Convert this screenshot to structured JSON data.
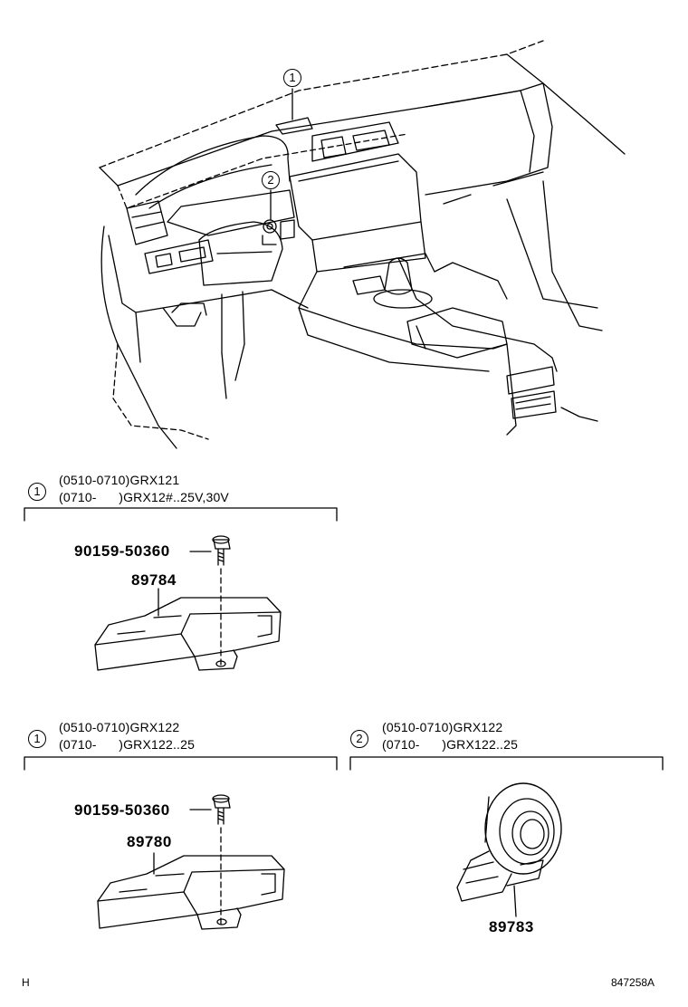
{
  "callouts": {
    "one": "1",
    "two": "2"
  },
  "sections": [
    {
      "callout": "1",
      "line1": "(0510-0710)GRX121",
      "line2": "(0710-      )GRX12#..25V,30V",
      "bolt_part": "90159-50360",
      "unit_part": "89784"
    },
    {
      "callout": "1",
      "line1": "(0510-0710)GRX122",
      "line2": "(0710-      )GRX122..25",
      "bolt_part": "90159-50360",
      "unit_part": "89780"
    },
    {
      "callout": "2",
      "line1": "(0510-0710)GRX122",
      "line2": "(0710-      )GRX122..25",
      "unit_part": "89783"
    }
  ],
  "footer": {
    "left": "H",
    "right": "847258A"
  }
}
